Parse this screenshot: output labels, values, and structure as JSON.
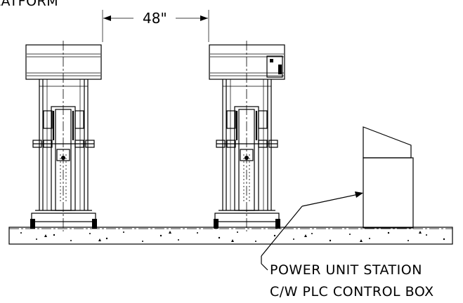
{
  "header_label": "LATFORM",
  "dimension": {
    "value": "48\""
  },
  "callout": {
    "line1": "POWER UNIT STATION",
    "line2": "C/W PLC CONTROL BOX"
  }
}
